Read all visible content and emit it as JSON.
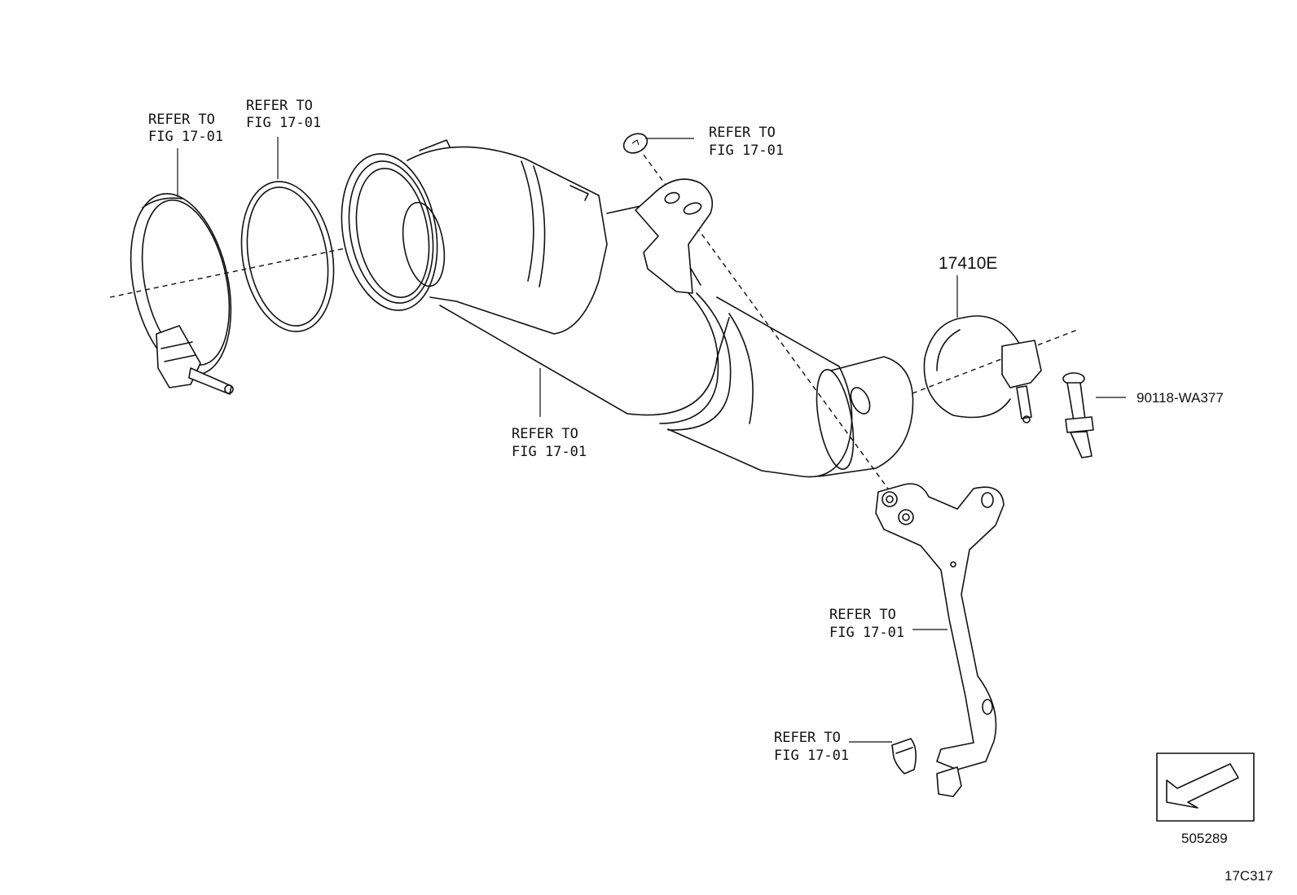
{
  "callouts": {
    "clamp_left": [
      "REFER TO",
      "FIG 17-01"
    ],
    "gasket_ring": [
      "REFER TO",
      "FIG 17-01"
    ],
    "top_washer": [
      "REFER TO",
      "FIG 17-01"
    ],
    "converter_body": [
      "REFER TO",
      "FIG 17-01"
    ],
    "stay_bracket": [
      "REFER TO",
      "FIG 17-01"
    ],
    "bottom_clip": [
      "REFER TO",
      "FIG 17-01"
    ]
  },
  "part_numbers": {
    "clamp_right": "17410E",
    "bolt": "90118-WA377",
    "locator_ref": "505289",
    "figure_id": "17C317"
  },
  "icons": {
    "locator": "direction-arrow-icon"
  }
}
